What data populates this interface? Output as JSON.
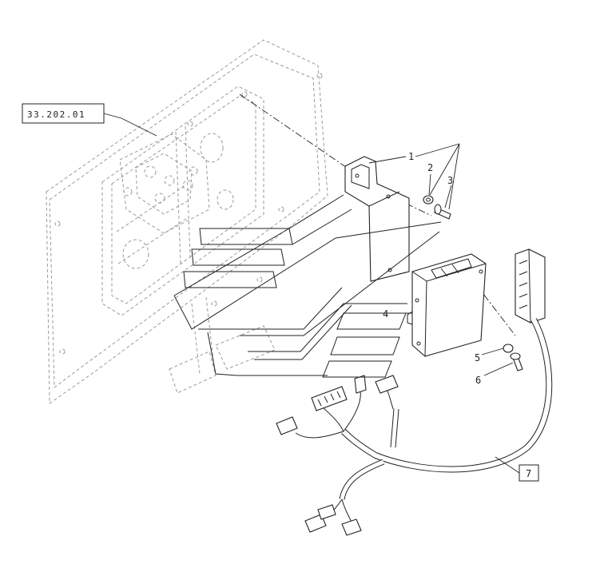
{
  "reference_box": {
    "text": "33.202.01"
  },
  "callouts": [
    {
      "id": "c1",
      "text": "1"
    },
    {
      "id": "c2",
      "text": "2"
    },
    {
      "id": "c3",
      "text": "3"
    },
    {
      "id": "c4",
      "text": "4"
    },
    {
      "id": "c5",
      "text": "5"
    },
    {
      "id": "c6",
      "text": "6"
    },
    {
      "id": "c7",
      "text": "7"
    }
  ]
}
